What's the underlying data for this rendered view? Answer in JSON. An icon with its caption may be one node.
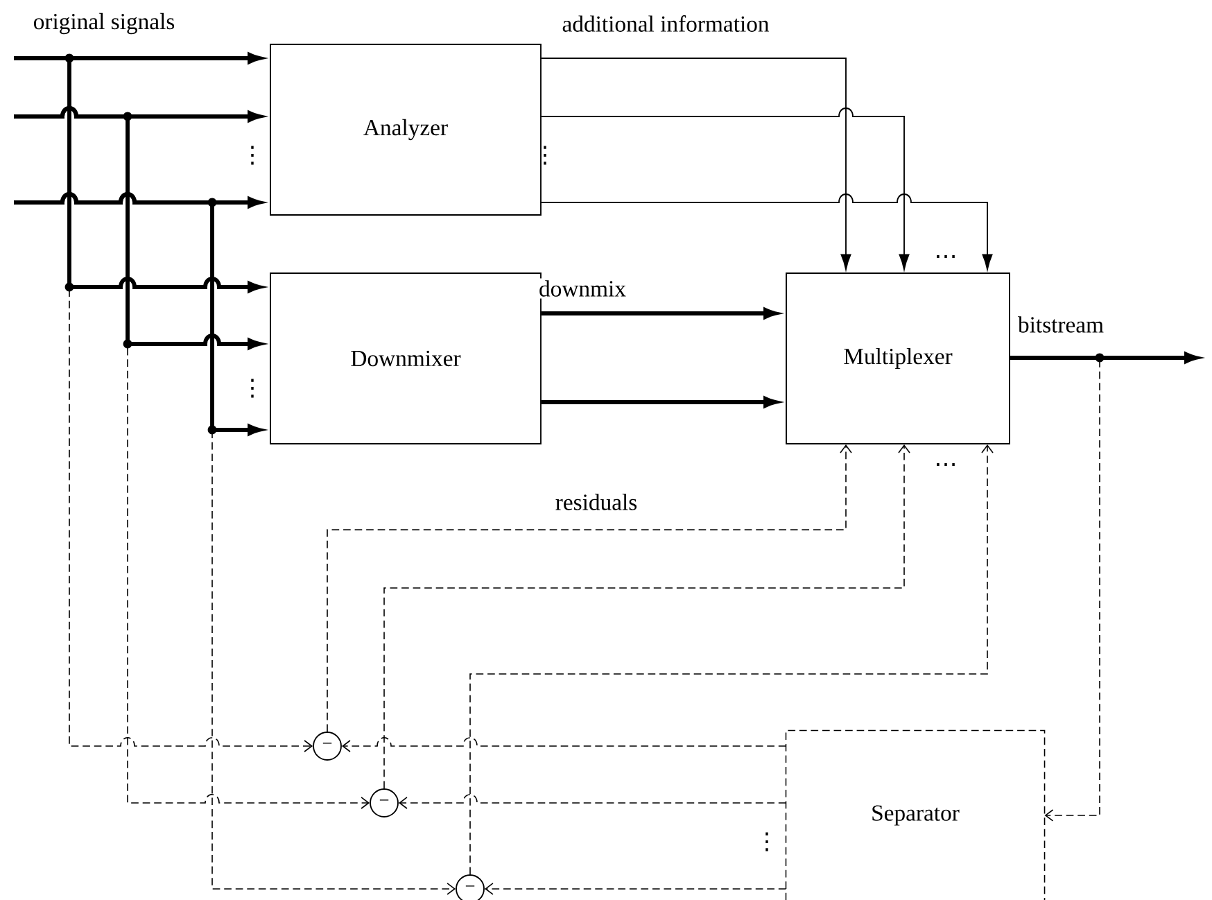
{
  "diagram": {
    "nodes": [
      {
        "text": [
          "Analyzer"
        ]
      },
      {
        "text": [
          "Downmixer"
        ]
      },
      {
        "text": [
          "Multiplexer"
        ]
      },
      {
        "text": [
          "Separator"
        ]
      },
      {
        "text": [
          "−"
        ]
      },
      {
        "text": [
          "−"
        ]
      },
      {
        "text": [
          "−"
        ]
      }
    ],
    "edges": [
      {
        "from": null,
        "to": 0,
        "arrow": "to",
        "style": "thick"
      },
      {
        "from": null,
        "to": 0,
        "arrow": "to",
        "style": "thick"
      },
      {
        "from": null,
        "to": 0,
        "arrow": "to",
        "style": "thick"
      },
      {
        "from": null,
        "to": 1,
        "arrow": "to",
        "style": "thick"
      },
      {
        "from": null,
        "to": 1,
        "arrow": "to",
        "style": "thick"
      },
      {
        "from": null,
        "to": 1,
        "arrow": "to",
        "style": "thick"
      },
      {
        "from": null,
        "to": 4,
        "arrow": "to",
        "style": "dashed"
      },
      {
        "from": null,
        "to": 5,
        "arrow": "to",
        "style": "dashed"
      },
      {
        "from": null,
        "to": 6,
        "arrow": "to",
        "style": "dashed"
      },
      {
        "from": 0,
        "to": 2,
        "arrow": "to",
        "label": "additional information"
      },
      {
        "from": 0,
        "to": 2,
        "arrow": "to"
      },
      {
        "from": 0,
        "to": 2,
        "arrow": "to"
      },
      {
        "from": 1,
        "to": 2,
        "arrow": "to",
        "style": "thick",
        "label": "downmix"
      },
      {
        "from": 1,
        "to": 2,
        "arrow": "to",
        "style": "thick"
      },
      {
        "from": 2,
        "to": null,
        "arrow": "to",
        "style": "thick",
        "label": "bitstream"
      },
      {
        "from": 2,
        "to": 3,
        "arrow": "to",
        "style": "dashed"
      },
      {
        "from": 3,
        "to": 4,
        "arrow": "to",
        "style": "dashed"
      },
      {
        "from": 3,
        "to": 5,
        "arrow": "to",
        "style": "dashed"
      },
      {
        "from": 3,
        "to": 6,
        "arrow": "to",
        "style": "dashed"
      },
      {
        "from": 4,
        "to": 2,
        "arrow": "to",
        "style": "dashed",
        "label": "residuals"
      },
      {
        "from": 5,
        "to": 2,
        "arrow": "to",
        "style": "dashed"
      },
      {
        "from": 6,
        "to": 2,
        "arrow": "to",
        "style": "dashed"
      }
    ],
    "labels": [
      "original signals",
      "⋮",
      "⋮",
      "⋮",
      "…",
      "…",
      "⋮"
    ]
  }
}
